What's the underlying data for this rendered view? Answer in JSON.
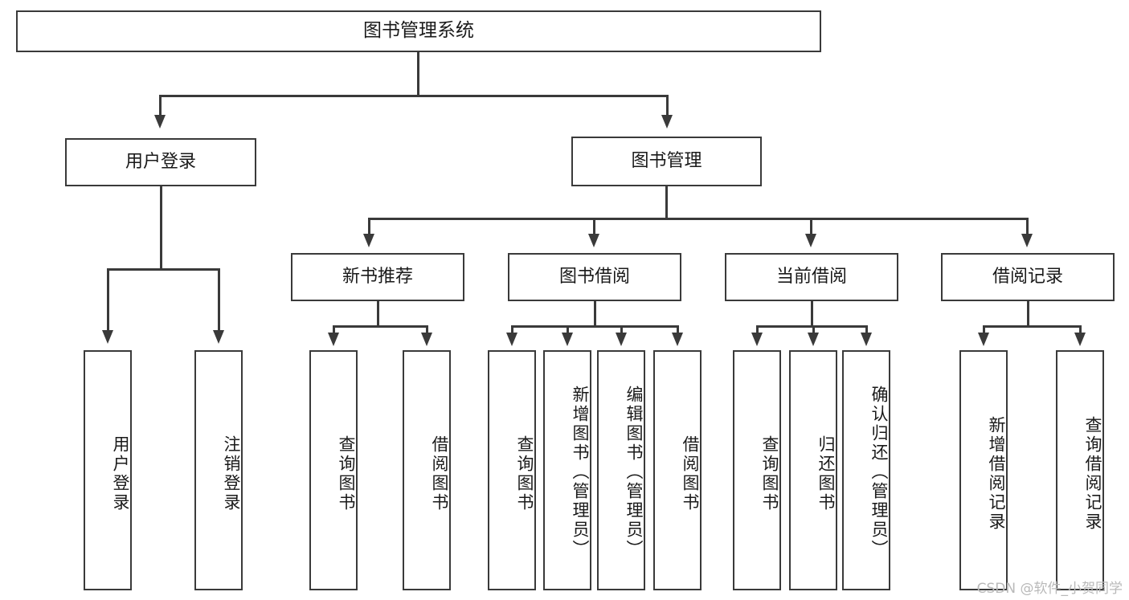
{
  "diagram": {
    "title": "图书管理系统",
    "type": "tree",
    "root": {
      "label": "图书管理系统"
    },
    "level2": [
      {
        "id": "user-login",
        "label": "用户登录"
      },
      {
        "id": "book-manage",
        "label": "图书管理"
      }
    ],
    "level3": [
      {
        "id": "new-book-recommend",
        "label": "新书推荐",
        "parent": "book-manage"
      },
      {
        "id": "book-borrow",
        "label": "图书借阅",
        "parent": "book-manage"
      },
      {
        "id": "current-borrow",
        "label": "当前借阅",
        "parent": "book-manage"
      },
      {
        "id": "borrow-record",
        "label": "借阅记录",
        "parent": "book-manage"
      }
    ],
    "leaves": [
      {
        "id": "leaf-user-login",
        "label": "用户登录",
        "parent": "user-login"
      },
      {
        "id": "leaf-user-logout",
        "label": "注销登录",
        "parent": "user-login"
      },
      {
        "id": "leaf-query-book-1",
        "label": "查询图书",
        "parent": "new-book-recommend"
      },
      {
        "id": "leaf-borrow-book-1",
        "label": "借阅图书",
        "parent": "new-book-recommend"
      },
      {
        "id": "leaf-query-book-2",
        "label": "查询图书",
        "parent": "book-borrow"
      },
      {
        "id": "leaf-add-book",
        "label": "新增图书（管理员）",
        "parent": "book-borrow"
      },
      {
        "id": "leaf-edit-book",
        "label": "编辑图书（管理员）",
        "parent": "book-borrow"
      },
      {
        "id": "leaf-borrow-book-2",
        "label": "借阅图书",
        "parent": "book-borrow"
      },
      {
        "id": "leaf-query-book-3",
        "label": "查询图书",
        "parent": "current-borrow"
      },
      {
        "id": "leaf-return-book",
        "label": "归还图书",
        "parent": "current-borrow"
      },
      {
        "id": "leaf-confirm-return",
        "label": "确认归还（管理员）",
        "parent": "current-borrow"
      },
      {
        "id": "leaf-add-record",
        "label": "新增借阅记录",
        "parent": "borrow-record"
      },
      {
        "id": "leaf-query-record",
        "label": "查询借阅记录",
        "parent": "borrow-record"
      }
    ],
    "colors": {
      "stroke": "#3a3a3a",
      "fill": "#ffffff",
      "text": "#1a1a1a",
      "watermark": "#b9b9b9"
    }
  },
  "watermark": {
    "text": "CSDN @软件_小贺同学"
  }
}
